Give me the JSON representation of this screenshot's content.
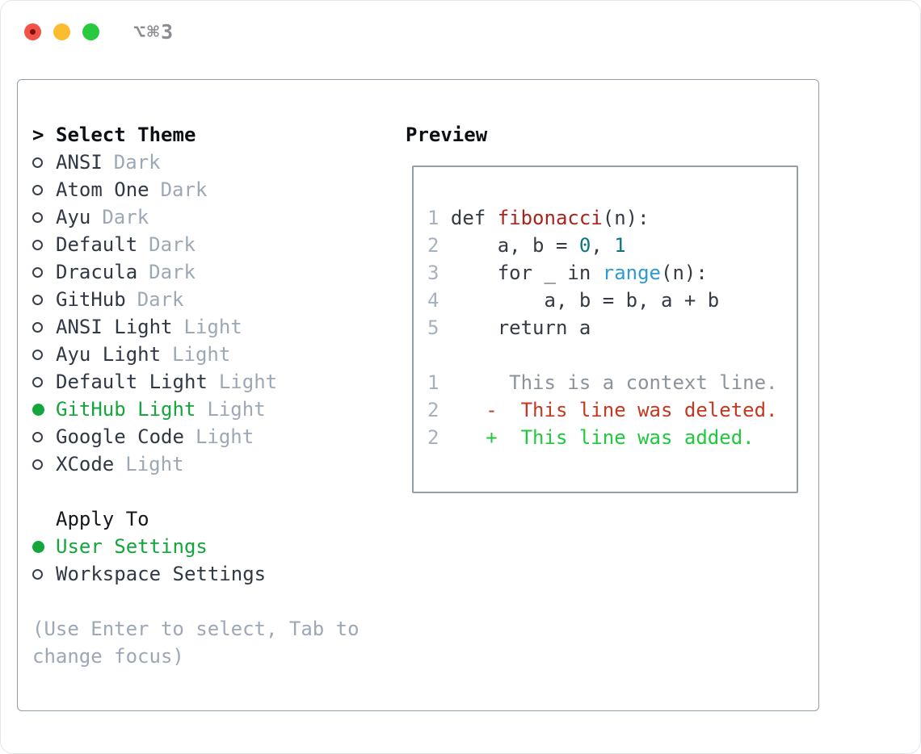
{
  "window": {
    "title": "⌥⌘3",
    "controls": [
      {
        "name": "close-button"
      },
      {
        "name": "minimize-button"
      },
      {
        "name": "zoom-button"
      }
    ]
  },
  "theme_list": {
    "prompt": ">",
    "title": "Select Theme",
    "items": [
      {
        "label": "ANSI",
        "variant": "Dark",
        "selected": false
      },
      {
        "label": "Atom One",
        "variant": "Dark",
        "selected": false
      },
      {
        "label": "Ayu",
        "variant": "Dark",
        "selected": false
      },
      {
        "label": "Default",
        "variant": "Dark",
        "selected": false
      },
      {
        "label": "Dracula",
        "variant": "Dark",
        "selected": false
      },
      {
        "label": "GitHub",
        "variant": "Dark",
        "selected": false
      },
      {
        "label": "ANSI Light",
        "variant": "Light",
        "selected": false
      },
      {
        "label": "Ayu Light",
        "variant": "Light",
        "selected": false
      },
      {
        "label": "Default Light",
        "variant": "Light",
        "selected": false
      },
      {
        "label": "GitHub Light",
        "variant": "Light",
        "selected": true
      },
      {
        "label": "Google Code",
        "variant": "Light",
        "selected": false
      },
      {
        "label": "XCode",
        "variant": "Light",
        "selected": false
      }
    ]
  },
  "apply_to": {
    "title": "Apply To",
    "items": [
      {
        "label": "User Settings",
        "selected": true
      },
      {
        "label": "Workspace Settings",
        "selected": false
      }
    ]
  },
  "hint": "(Use Enter to select, Tab to change focus)",
  "preview": {
    "title": "Preview",
    "code_lines": [
      {
        "no": "1",
        "segments": [
          {
            "text": "def ",
            "color": "default"
          },
          {
            "text": "fibonacci",
            "color": "function"
          },
          {
            "text": "(n):",
            "color": "default"
          }
        ]
      },
      {
        "no": "2",
        "segments": [
          {
            "text": "    a, b = ",
            "color": "default"
          },
          {
            "text": "0",
            "color": "number"
          },
          {
            "text": ", ",
            "color": "default"
          },
          {
            "text": "1",
            "color": "number"
          }
        ]
      },
      {
        "no": "3",
        "segments": [
          {
            "text": "    for _ in ",
            "color": "default"
          },
          {
            "text": "range",
            "color": "builtin"
          },
          {
            "text": "(n):",
            "color": "default"
          }
        ]
      },
      {
        "no": "4",
        "segments": [
          {
            "text": "        a, b = b, a + b",
            "color": "default"
          }
        ]
      },
      {
        "no": "5",
        "segments": [
          {
            "text": "    return a",
            "color": "default"
          }
        ]
      },
      {
        "no": "",
        "segments": []
      },
      {
        "no": "1",
        "segments": [
          {
            "text": "     This is a context line.",
            "color": "context"
          }
        ]
      },
      {
        "no": "2",
        "segments": [
          {
            "text": "   -  This line was deleted.",
            "color": "deleted"
          }
        ]
      },
      {
        "no": "2",
        "segments": [
          {
            "text": "   +  This line was added.",
            "color": "added"
          }
        ]
      }
    ],
    "colors": {
      "default": "#343b45",
      "function": "#ab231b",
      "number": "#0b7680",
      "builtin": "#2d9bd3",
      "context": "#8b939d",
      "deleted": "#c5371f",
      "added": "#1fc83c",
      "lineno": "#a6b1bf"
    }
  },
  "colors": {
    "accent_green": "#12a63c",
    "item_text": "#313845",
    "muted": "#9da8b6",
    "border": "#939ea9",
    "titlebar_text": "#8b8d90",
    "traffic_red": "#f25349",
    "traffic_yellow": "#fcbc2f",
    "traffic_green": "#27c93f",
    "header_text": "#0c0f14"
  }
}
